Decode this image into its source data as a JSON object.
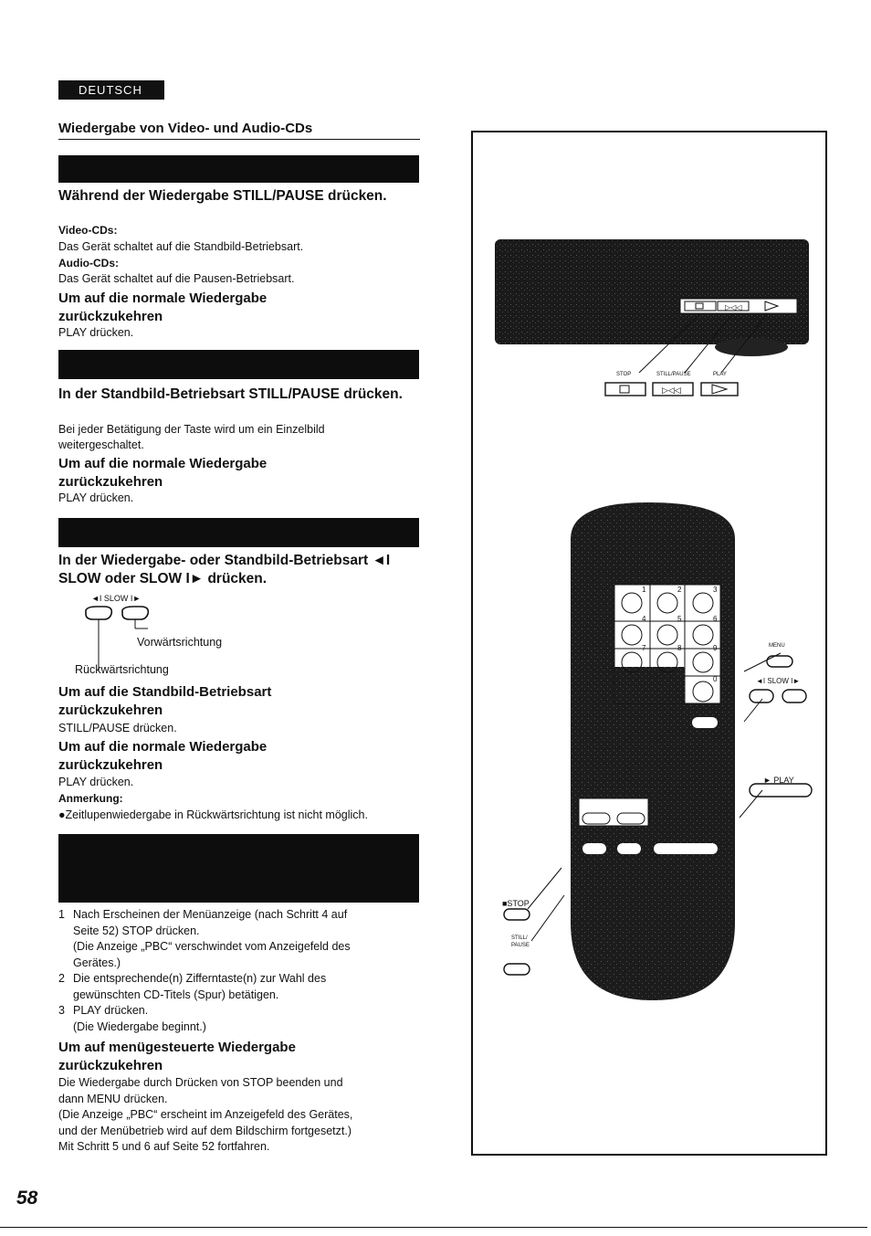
{
  "language_tab": "DEUTSCH",
  "page_title": "Wiedergabe von Video- und Audio-CDs",
  "section1": {
    "heading": "Während der Wiedergabe STILL/PAUSE drücken.",
    "video_label": "Video-CDs:",
    "video_text": "Das Gerät schaltet auf die Standbild-Betriebsart.",
    "audio_label": "Audio-CDs:",
    "audio_text": "Das Gerät schaltet auf die Pausen-Betriebsart.",
    "return_heading": "Um auf die normale Wiedergabe zurückzukehren",
    "return_text": "PLAY drücken."
  },
  "section2": {
    "heading": "In der Standbild-Betriebsart STILL/PAUSE drücken.",
    "text": "Bei jeder Betätigung der Taste wird um ein Einzelbild weitergeschaltet.",
    "return_heading": "Um auf die normale Wiedergabe zurückzukehren",
    "return_text": "PLAY drücken."
  },
  "section3": {
    "heading": "In der Wiedergabe- oder Standbild-Betriebsart ◄I SLOW oder SLOW I► drücken.",
    "slow_label": "◄I SLOW I►",
    "forward_label": "Vorwärtsrichtung",
    "backward_label": "Rückwärtsrichtung",
    "still_heading": "Um auf die Standbild-Betriebsart zurückzukehren",
    "still_text": "STILL/PAUSE drücken.",
    "return_heading": "Um auf die normale Wiedergabe zurückzukehren",
    "return_text": "PLAY drücken.",
    "note_label": "Anmerkung:",
    "note_text": "●Zeitlupenwiedergabe in Rückwärtsrichtung ist nicht möglich."
  },
  "section4": {
    "steps": [
      {
        "num": "1",
        "lines": [
          "Nach Erscheinen der Menüanzeige (nach Schritt 4 auf",
          "Seite 52) STOP drücken.",
          "(Die Anzeige „PBC“ verschwindet vom Anzeigefeld des",
          "Gerätes.)"
        ]
      },
      {
        "num": "2",
        "lines": [
          "Die entsprechende(n) Zifferntaste(n) zur Wahl des",
          "gewünschten CD-Titels (Spur) betätigen."
        ]
      },
      {
        "num": "3",
        "lines": [
          "PLAY drücken.",
          "(Die Wiedergabe beginnt.)"
        ]
      }
    ],
    "return_heading": "Um auf menügesteuerte Wiedergabe zurückzukehren",
    "text_lines": [
      "Die Wiedergabe durch Drücken von STOP beenden und",
      "dann MENU drücken.",
      "(Die Anzeige „PBC“ erscheint im Anzeigefeld des Gerätes,",
      "und der Menübetrieb wird auf dem Bildschirm fortgesetzt.)",
      "Mit Schritt 5 und 6 auf Seite 52 fortfahren."
    ]
  },
  "figure": {
    "unit_labels": {
      "stop": "STOP",
      "still_pause": "STILL/PAUSE",
      "play": "PLAY"
    },
    "remote_labels": {
      "menu": "MENU",
      "slow_side": "◄I SLOW I►",
      "play": "► PLAY",
      "slow_on_remote": "◄I SLOW I►",
      "stop": "■STOP",
      "still": "STILL/",
      "pause": "PAUSE"
    },
    "keypad": [
      "1",
      "2",
      "3",
      "4",
      "5",
      "6",
      "7",
      "8",
      "9",
      "0"
    ]
  },
  "page_number": "58"
}
